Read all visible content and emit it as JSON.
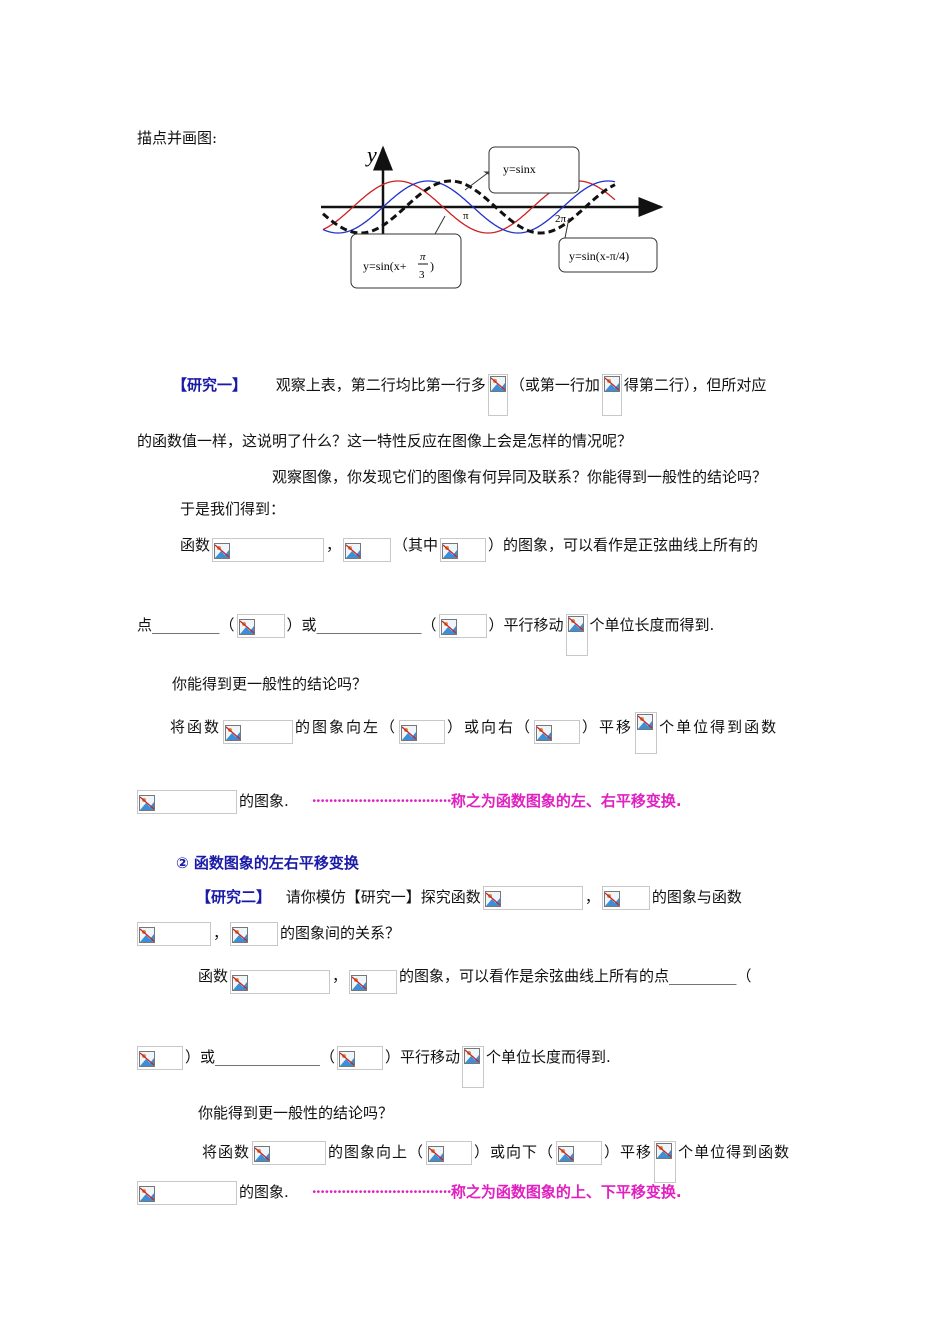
{
  "intro": "描点并画图:",
  "chart_data": {
    "type": "line",
    "ylabel": "y",
    "x_ticks": [
      "π",
      "2π"
    ],
    "series": [
      {
        "name": "y=sinx",
        "color": "#2233cc",
        "style": "solid"
      },
      {
        "name": "y=sin(x+π/3)",
        "color": "#cc2222",
        "style": "solid"
      },
      {
        "name": "y=sin(x-π/4)",
        "color": "#111111",
        "style": "dashed"
      }
    ],
    "callouts": {
      "sinx": "y=sinx",
      "plus_prefix": "y=sin(x+",
      "plus_num": "π",
      "plus_den": "3",
      "plus_suffix": ")",
      "minus": "y=sin(x-π/4)"
    }
  },
  "study1": {
    "tag": "【研究一】",
    "t1": "观察上表，第二行均比第一行多",
    "t2": "（或第一行加",
    "t3": "得第二行），但所对应",
    "line2": "的函数值一样，这说明了什么？这一特性反应在图像上会是怎样的情况呢？",
    "line3": "观察图像，你发现它们的图像有何异同及联系？你能得到一般性的结论吗？",
    "line4": "于是我们得到：",
    "l5a": "函数",
    "l5b": "，",
    "l5c": "（其中",
    "l5d": "）的图象，可以看作是正弦曲线上所有的",
    "l6a": "点_________（",
    "l6b": "）或______________（",
    "l6c": "）平行移动",
    "l6d": "个单位长度而得到.",
    "l7": "你能得到更一般性的结论吗？",
    "l8a": "将函数",
    "l8b": "的图象向左（",
    "l8c": "）或向右（",
    "l8d": "）平移",
    "l8e": "个单位得到函数",
    "l9a": "的图象.",
    "l9dots": "·································",
    "l9b": "称之为函数图象的左、右平移变换."
  },
  "section2": {
    "title": "② 函数图象的左右平移变换"
  },
  "study2": {
    "tag": "【研究二】",
    "t1": "请你模仿【研究一】探究函数",
    "t2": "，",
    "t3": "的图象与函数",
    "l2a": "，",
    "l2b": "的图象间的关系？",
    "l3a": "函数",
    "l3b": "，",
    "l3c": "的图象，可以看作是余弦曲线上所有的点_________（",
    "l4a": "）或______________（",
    "l4b": "）平行移动",
    "l4c": "个单位长度而得到.",
    "l5": "你能得到更一般性的结论吗？",
    "l6a": "将函数",
    "l6b": "的图象向上（",
    "l6c": "）或向下（",
    "l6d": "）平移",
    "l6e": "个单位得到函数",
    "l7a": "的图象.",
    "l7dots": "·································",
    "l7b": "称之为函数图象的上、下平移变换."
  }
}
